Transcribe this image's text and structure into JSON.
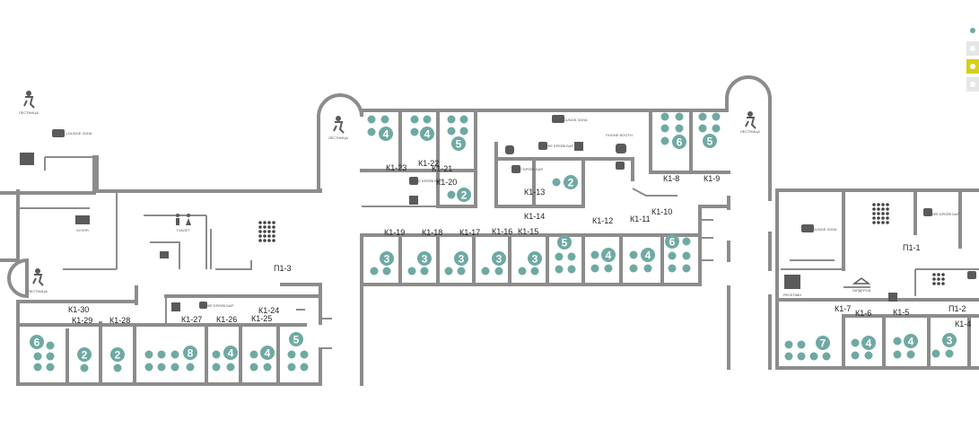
{
  "colors": {
    "wall": "#8c8c8c",
    "seat": "#6fa9a3",
    "badge": "#6fa9a3",
    "legend_bg": "#e6e6e6",
    "legend_yellow_bg": "#d6cf1a"
  },
  "legend": [
    {
      "icon": "teal-dot-icon",
      "color": "#6fa9a3",
      "bg": "#ffffff"
    },
    {
      "icon": "white-dot-icon",
      "color": "#ffffff",
      "bg": "#e6e6e6"
    },
    {
      "icon": "yellow-dot-icon",
      "color": "#ffffff",
      "bg": "#d6cf1a"
    },
    {
      "icon": "grey-dot-icon",
      "color": "#ffffff",
      "bg": "#e6e6e6"
    }
  ],
  "room_labels": {
    "K1_30": "К1-30",
    "K1_29": "К1-29",
    "K1_28": "К1-28",
    "K1_27": "К1-27",
    "K1_26": "К1-26",
    "K1_25": "К1-25",
    "K1_24": "К1-24",
    "P1_3": "П1-3",
    "K1_23": "К1-23",
    "K1_22": "К1-22",
    "K1_21": "К1-21",
    "K1_20": "К1-20",
    "K1_19": "К1-19",
    "K1_18": "К1-18",
    "K1_17": "К1-17",
    "K1_16": "К1-16",
    "K1_15": "К1-15",
    "K1_14": "К1-14",
    "K1_13": "К1-13",
    "K1_12": "К1-12",
    "K1_11": "К1-11",
    "K1_10": "К1-10",
    "K1_9": "К1-9",
    "K1_8": "К1-8",
    "K1_7": "К1-7",
    "K1_6": "К1-6",
    "K1_5": "К1-5",
    "K1_4": "К1-4",
    "P1_1": "П1-1",
    "P1_2": "П1-2"
  },
  "poi_labels": {
    "stairs": "ЛЕСТНИЦА",
    "lounge": "LOUNGE ЗОНА",
    "coffee": "КОФЕ БРЕЙК БАР",
    "kitchen": "КУХНЯ",
    "toilet": "ТУАЛЕТ",
    "reception": "РЕСЕПШН",
    "wardrobe": "ГАРДЕРОБ",
    "phone": "PHONE BOOTH"
  },
  "capacities": {
    "K1_30": "6",
    "K1_29": "2",
    "K1_28": "2",
    "K1_27": "8",
    "K1_26": "4",
    "K1_25": "4",
    "K1_24": "5",
    "K1_23": "4",
    "K1_22": "4",
    "K1_21": "5",
    "K1_20": "2",
    "K1_19": "3",
    "K1_18": "3",
    "K1_17": "3",
    "K1_16": "3",
    "K1_15": "3",
    "K1_14": "5",
    "K1_13": "2",
    "K1_12": "4",
    "K1_11": "4",
    "K1_10": "6",
    "K1_9": "5",
    "K1_8": "6",
    "K1_7": "7",
    "K1_6": "4",
    "K1_5": "4",
    "K1_4": "3"
  }
}
